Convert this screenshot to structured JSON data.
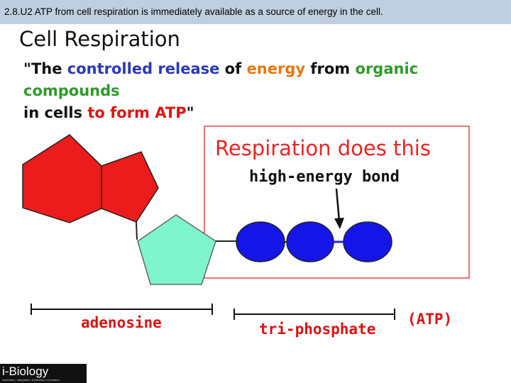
{
  "header": {
    "text": "2.8.U2 ATP from cell respiration is immediately available as a source of energy in the cell."
  },
  "slide": {
    "title": "Cell Respiration",
    "definition": {
      "open_quote": "\"The ",
      "controlled_release": "controlled release",
      "of": " of ",
      "energy": "energy",
      "from": " from ",
      "organic_compounds": "organic compounds",
      "in_cells": " in cells ",
      "to_form_atp": "to form ATP",
      "close_quote": "\""
    }
  },
  "diagram": {
    "box_title": "Respiration does this",
    "bond_label": "high-energy bond",
    "adenosine_label": "adenosine",
    "triphosphate_label": "tri-phosphate",
    "atp_label": "(ATP)",
    "colors": {
      "ribose_red": "#ec1c1c",
      "pentagon_aqua": "#7ef5cc",
      "phosphate_blue": "#1515e8",
      "box_border": "#e04a4a",
      "title_red": "#ee2222",
      "label_red": "#dd1111"
    }
  },
  "logo": {
    "name": "i-Biology",
    "tagline": "Inspiration, Integration, Illustration, Innovation"
  }
}
